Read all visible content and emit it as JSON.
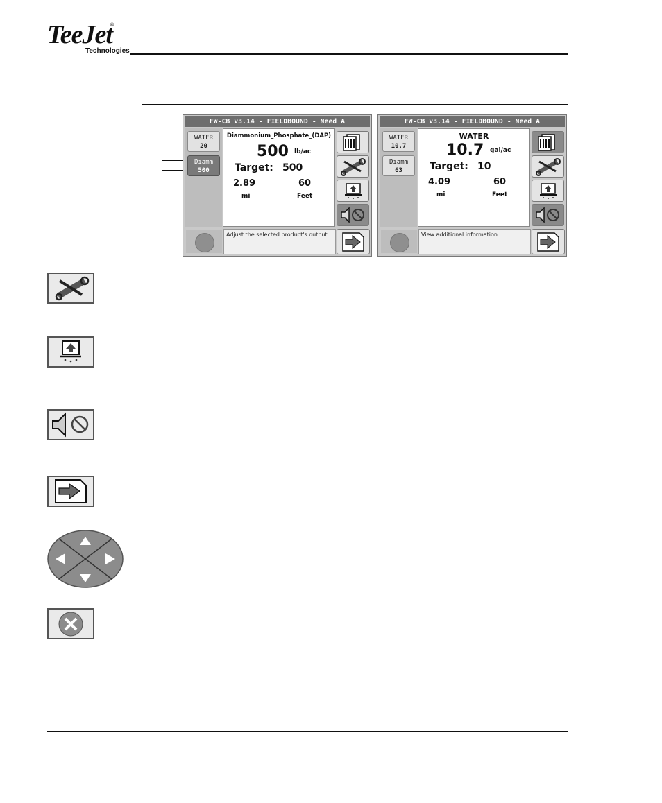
{
  "header": {
    "logo_text": "TeeJet",
    "logo_registered": "®",
    "logo_sub": "Technologies"
  },
  "screens": [
    {
      "title": "FW-CB v3.14 - FIELDBOUND - Need A",
      "products": [
        {
          "name": "WATER",
          "value": "20",
          "selected": false
        },
        {
          "name": "Diamm",
          "value": "500",
          "selected": true
        }
      ],
      "product_name": "Diammonium_Phosphate_(DAP)",
      "rate": "500",
      "rate_unit": "lb/ac",
      "target_label": "Target:",
      "target_value": "500",
      "distance": "2.89",
      "distance_unit": "mi",
      "width": "60",
      "width_unit": "Feet",
      "message": "Adjust the selected product's output."
    },
    {
      "title": "FW-CB v3.14 - FIELDBOUND - Need A",
      "products": [
        {
          "name": "WATER",
          "value": "10.7",
          "selected": false
        },
        {
          "name": "Diamm",
          "value": "63",
          "selected": false
        }
      ],
      "product_name": "WATER",
      "rate": "10.7",
      "rate_unit": "gal/ac",
      "target_label": "Target:",
      "target_value": "10",
      "distance": "4.09",
      "distance_unit": "mi",
      "width": "60",
      "width_unit": "Feet",
      "message": "View additional information."
    }
  ],
  "side_icons": [
    "tools-icon",
    "boom-raise-icon",
    "mute-alarm-icon",
    "next-page-icon",
    "arrow-pad-icon",
    "cancel-icon"
  ],
  "colors": {
    "title_bar": "#6e6e6e",
    "panel": "#c9c9c9",
    "selected_product": "#7a7a7a"
  }
}
